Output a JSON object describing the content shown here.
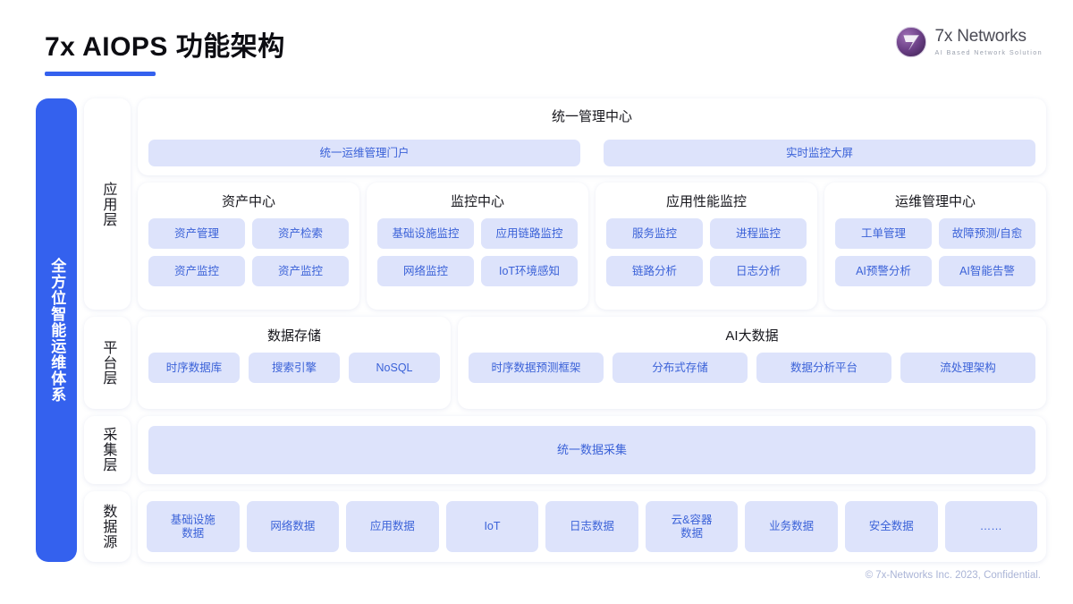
{
  "header": {
    "title": "7x AIOPS 功能架构",
    "logo": {
      "name": "7x Networks",
      "tagline": "AI Based Network Solution",
      "mark_color": "#6b3f86"
    }
  },
  "accent_color": "#3461ee",
  "chip_bg_color": "#dde3fb",
  "chip_text_color": "#3b62d8",
  "spine": {
    "label": "全方位智能运维体系"
  },
  "top_panel": {
    "title": "统一管理中心",
    "items": [
      {
        "label": "统一运维管理门户"
      },
      {
        "label": "实时监控大屏"
      }
    ]
  },
  "layers": [
    {
      "name": "应用层",
      "panels": [
        {
          "title": "资产中心",
          "chips": [
            "资产管理",
            "资产检索",
            "资产监控",
            "资产监控"
          ]
        },
        {
          "title": "监控中心",
          "chips": [
            "基础设施监控",
            "应用链路监控",
            "网络监控",
            "IoT环境感知"
          ]
        },
        {
          "title": "应用性能监控",
          "chips": [
            "服务监控",
            "进程监控",
            "链路分析",
            "日志分析"
          ]
        },
        {
          "title": "运维管理中心",
          "chips": [
            "工单管理",
            "故障预测/自愈",
            "AI预警分析",
            "AI智能告警"
          ]
        }
      ]
    },
    {
      "name": "平台层",
      "panels": [
        {
          "title": "数据存储",
          "chips": [
            "时序数据库",
            "搜索引擎",
            "NoSQL"
          ]
        },
        {
          "title": "AI大数据",
          "chips": [
            "时序数据预测框架",
            "分布式存储",
            "数据分析平台",
            "流处理架构"
          ]
        }
      ]
    },
    {
      "name": "采集层",
      "panels": [
        {
          "title": "",
          "chips": [
            "统一数据采集"
          ]
        }
      ]
    },
    {
      "name": "数据源",
      "panels": [
        {
          "title": "",
          "chips": [
            "基础设施\n数据",
            "网络数据",
            "应用数据",
            "IoT",
            "日志数据",
            "云&容器\n数据",
            "业务数据",
            "安全数据",
            "……"
          ]
        }
      ]
    }
  ],
  "footer": {
    "text": "© 7x-Networks Inc. 2023, Confidential."
  }
}
